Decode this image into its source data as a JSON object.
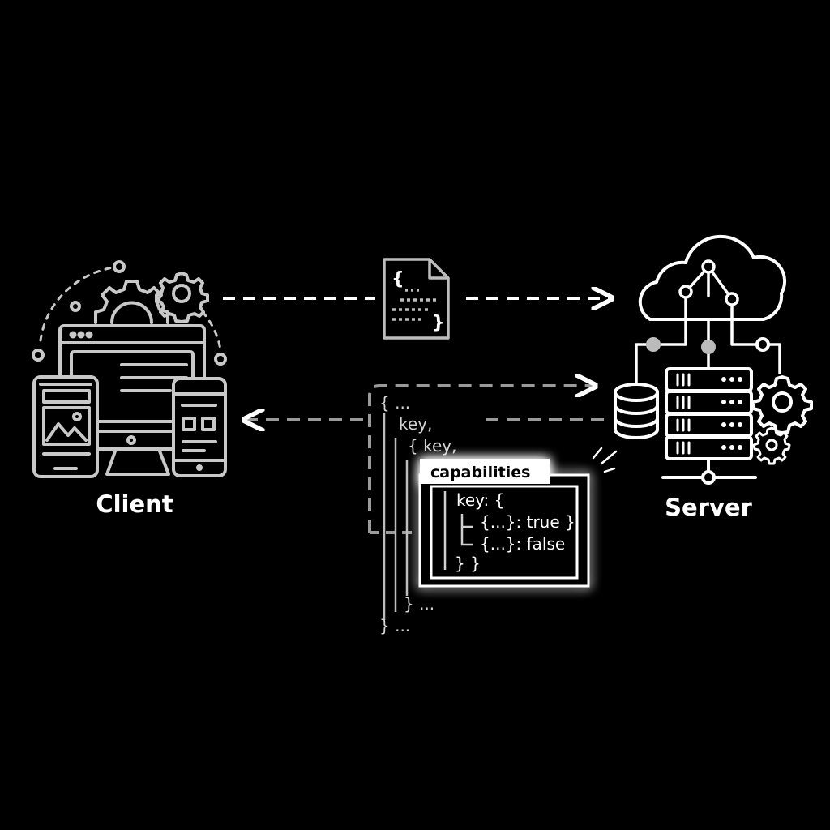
{
  "nodes": {
    "client": {
      "label": "Client"
    },
    "server": {
      "label": "Server"
    }
  },
  "document_icon": {
    "brace_open": "{",
    "brace_close": "}"
  },
  "response_json": {
    "lines": [
      "{ ...",
      "key,",
      "{ key,",
      "} ...",
      "} ..."
    ]
  },
  "capabilities_box": {
    "tab_label": "capabilities",
    "lines": [
      "key: {",
      "{...}: true }",
      "{...}: false",
      "} }"
    ]
  },
  "colors": {
    "background": "#000000",
    "foreground": "#ffffff",
    "muted": "#b9b9b9",
    "dim": "#8c8c8c",
    "glow": "#ffffff"
  }
}
